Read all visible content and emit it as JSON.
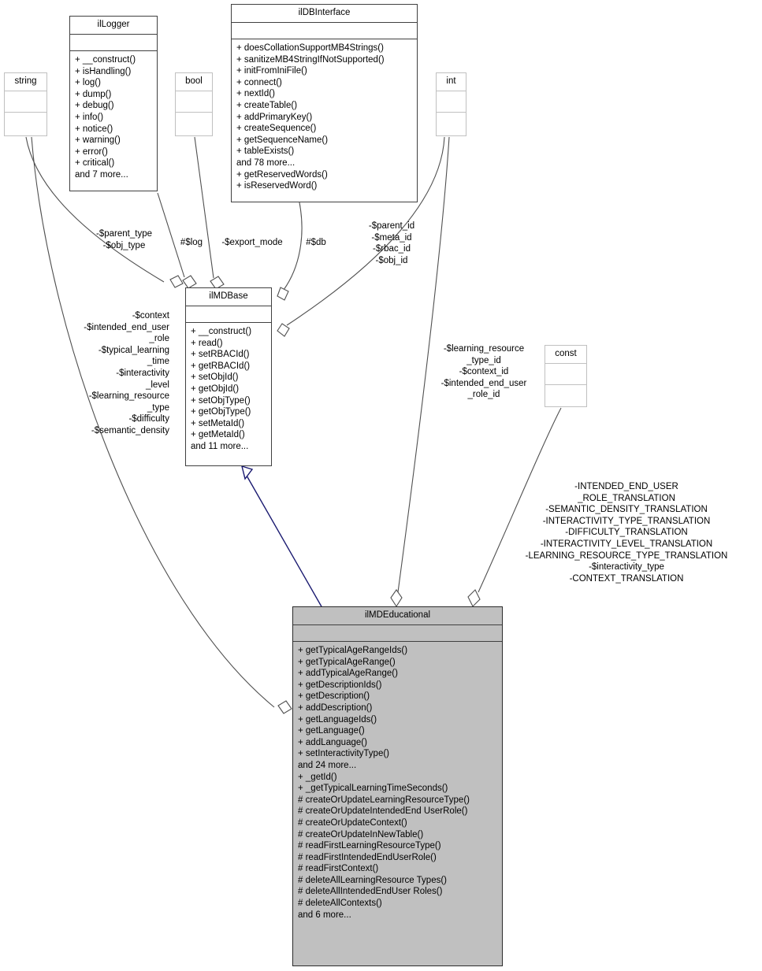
{
  "diagram": {
    "title": "ilMDEducational UML collaboration diagram",
    "colors": {
      "focus_fill": "#c0c0c0",
      "box_border_dark": "#404040",
      "box_border_light": "#c0c0c0",
      "edge": "#505050",
      "inheritance_edge": "#191970",
      "background": "#ffffff"
    }
  },
  "nodes": {
    "string": {
      "title": "string",
      "attrs": [],
      "ops": []
    },
    "illogger": {
      "title": "ilLogger",
      "attrs": [],
      "ops": [
        "+ __construct()",
        "+ isHandling()",
        "+ log()",
        "+ dump()",
        "+ debug()",
        "+ info()",
        "+ notice()",
        "+ warning()",
        "+ error()",
        "+ critical()",
        "and 7 more..."
      ]
    },
    "bool": {
      "title": "bool",
      "attrs": [],
      "ops": []
    },
    "ildbinterface": {
      "title": "ilDBInterface",
      "attrs": [],
      "ops": [
        "+ doesCollationSupportMB4Strings()",
        "+ sanitizeMB4StringIfNotSupported()",
        "+ initFromIniFile()",
        "+ connect()",
        "+ nextId()",
        "+ createTable()",
        "+ addPrimaryKey()",
        "+ createSequence()",
        "+ getSequenceName()",
        "+ tableExists()",
        "and 78 more...",
        "+ getReservedWords()",
        "+ isReservedWord()"
      ]
    },
    "int": {
      "title": "int",
      "attrs": [],
      "ops": []
    },
    "const": {
      "title": "const",
      "attrs": [],
      "ops": []
    },
    "ilmdbase": {
      "title": "ilMDBase",
      "attrs": [],
      "ops": [
        "+ __construct()",
        "+ read()",
        "+ setRBACId()",
        "+ getRBACId()",
        "+ setObjId()",
        "+ getObjId()",
        "+ setObjType()",
        "+ getObjType()",
        "+ setMetaId()",
        "+ getMetaId()",
        "and 11 more..."
      ]
    },
    "ilmdeducational": {
      "title": "ilMDEducational",
      "attrs": [],
      "ops": [
        "+ getTypicalAgeRangeIds()",
        "+ getTypicalAgeRange()",
        "+ addTypicalAgeRange()",
        "+ getDescriptionIds()",
        "+ getDescription()",
        "+ addDescription()",
        "+ getLanguageIds()",
        "+ getLanguage()",
        "+ addLanguage()",
        "+ setInteractivityType()",
        "and 24 more...",
        "+ _getId()",
        "+ _getTypicalLearningTimeSeconds()",
        "# createOrUpdateLearningResourceType()",
        "# createOrUpdateIntendedEnd UserRole()",
        "# createOrUpdateContext()",
        "# createOrUpdateInNewTable()",
        "# readFirstLearningResourceType()",
        "# readFirstIntendedEndUserRole()",
        "# readFirstContext()",
        "# deleteAllLearningResource Types()",
        "# deleteAllIntendedEndUser Roles()",
        "# deleteAllContexts()",
        "and 6 more..."
      ]
    }
  },
  "edge_labels": {
    "string_to_base": "-$parent_type\n-$obj_type",
    "logger_to_base": "#$log",
    "bool_to_base": "-$export_mode",
    "db_to_base": "#$db",
    "int_to_base": "-$parent_id\n-$meta_id\n-$rbac_id\n-$obj_id",
    "string_to_educational": "-$context\n-$intended_end_user\n_role\n-$typical_learning\n_time\n-$interactivity\n_level\n-$learning_resource\n_type\n-$difficulty\n-$semantic_density",
    "int_to_educational": "-$learning_resource\n_type_id\n-$context_id\n-$intended_end_user\n_role_id",
    "const_to_educational": "-INTENDED_END_USER\n_ROLE_TRANSLATION\n-SEMANTIC_DENSITY_TRANSLATION\n-INTERACTIVITY_TYPE_TRANSLATION\n-DIFFICULTY_TRANSLATION\n-INTERACTIVITY_LEVEL_TRANSLATION\n-LEARNING_RESOURCE_TYPE_TRANSLATION\n-$interactivity_type\n-CONTEXT_TRANSLATION"
  }
}
